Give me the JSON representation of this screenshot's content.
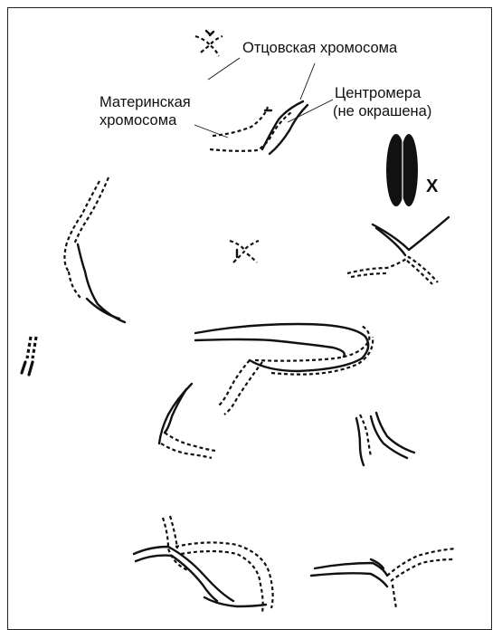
{
  "labels": {
    "paternal": "Отцовская хромосома",
    "maternal_line1": "Материнская",
    "maternal_line2": "хромосома",
    "centromere_line1": "Центромера",
    "centromere_line2": "(не окрашена)",
    "x_mark": "X"
  },
  "legend": {
    "solid_line": "paternal chromosome",
    "dashed_line": "maternal chromosome"
  },
  "colors": {
    "stroke": "#111111",
    "background": "#ffffff",
    "frame": "#222222"
  }
}
